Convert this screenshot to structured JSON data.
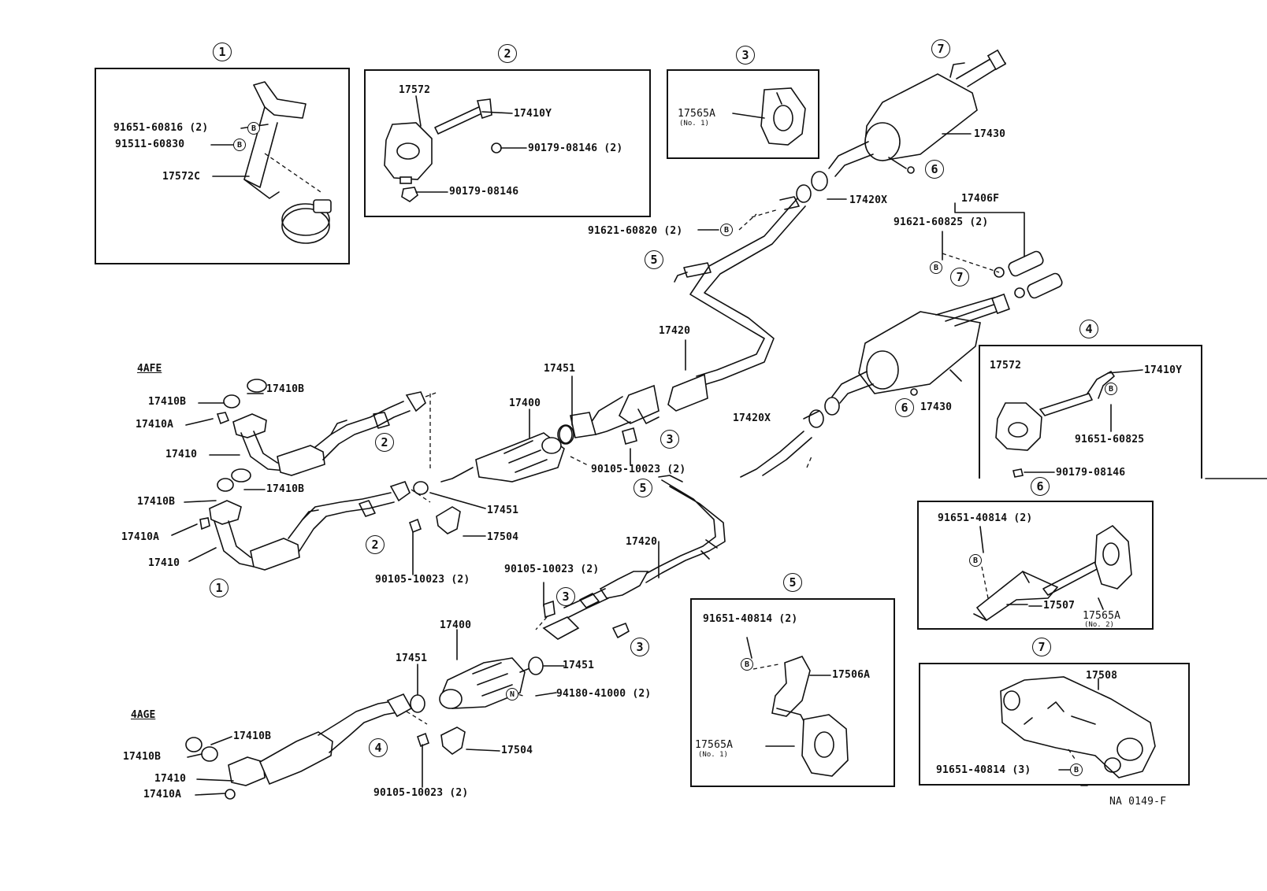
{
  "diagram_code": "NA 0149-F",
  "engine_labels": {
    "top": "4AFE",
    "bottom": "4AGE",
    "mid": ""
  },
  "callouts": [
    "1",
    "2",
    "3",
    "4",
    "5",
    "6",
    "7"
  ],
  "bolt_marks": {
    "b": "B",
    "n": "N"
  },
  "boxes": {
    "box1": {
      "labels": [
        "91651-60816 (2)",
        "91511-60830",
        "17572C"
      ]
    },
    "box2": {
      "labels": [
        "17572",
        "17410Y",
        "90179-08146 (2)",
        "90179-08146"
      ]
    },
    "box3": {
      "labels": [
        "17565A"
      ],
      "sub": "(No. 1)"
    },
    "box4": {
      "labels": [
        "17572",
        "17410Y",
        "91651-60825",
        "90179-08146"
      ]
    },
    "box5": {
      "labels": [
        "91651-40814 (2)",
        "17506A",
        "17565A"
      ],
      "sub": "(No. 1)"
    },
    "box6": {
      "labels": [
        "91651-40814 (2)",
        "17507",
        "17565A"
      ],
      "sub": "(No. 2)"
    },
    "box7": {
      "labels": [
        "17508",
        "91651-40814 (3)"
      ]
    }
  },
  "part_labels": {
    "p17430a": "17430",
    "p17420x_a": "17420X",
    "p91621_60820": "91621-60820 (2)",
    "p17406f": "17406F",
    "p91621_60825": "91621-60825 (2)",
    "p17420_a": "17420",
    "p17451_a": "17451",
    "p17400_a": "17400",
    "p90105_a": "90105-10023 (2)",
    "p17430b": "17430",
    "p17420x_b": "17420X",
    "p17410b_1": "17410B",
    "p17410b_2": "17410B",
    "p17410a_1": "17410A",
    "p17410_1": "17410",
    "p17410b_3": "17410B",
    "p17410b_4": "17410B",
    "p17410a_2": "17410A",
    "p17410_2": "17410",
    "p17451_b": "17451",
    "p17504_a": "17504",
    "p90105_b": "90105-10023 (2)",
    "p17420_b": "17420",
    "p90105_c": "90105-10023 (2)",
    "p17400_b": "17400",
    "p17451_c": "17451",
    "p17451_d": "17451",
    "p94180": "94180-41000 (2)",
    "p17410b_5": "17410B",
    "p17410b_6": "17410B",
    "p17410_3": "17410",
    "p17410a_3": "17410A",
    "p17504_b": "17504",
    "p90105_d": "90105-10023 (2)"
  }
}
